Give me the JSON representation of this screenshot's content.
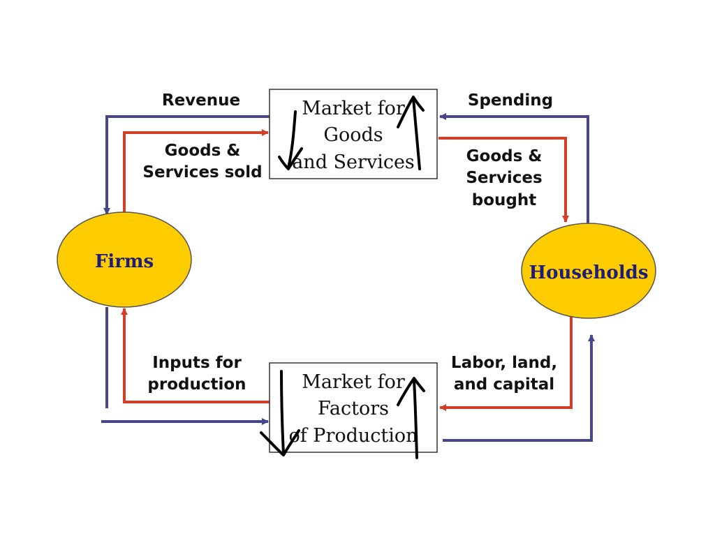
{
  "colors": {
    "money_flow": "#46468c",
    "goods_flow": "#d2402a",
    "node_fill": "#ffcc00",
    "node_text": "#1e1e78",
    "annotation": "#000000"
  },
  "nodes": {
    "firms": "Firms",
    "households": "Households"
  },
  "markets": {
    "goods": [
      "Market for",
      "Goods",
      "and Services"
    ],
    "factors": [
      "Market for",
      "Factors",
      "of Production"
    ]
  },
  "flow_labels": {
    "revenue": "Revenue",
    "spending": "Spending",
    "goods_sold": [
      "Goods &",
      "Services sold"
    ],
    "goods_bought": [
      "Goods &",
      "Services",
      "bought"
    ],
    "inputs": [
      "Inputs for",
      "production"
    ],
    "labor": [
      "Labor, land,",
      "and capital"
    ]
  },
  "annotations": {
    "goods_market_arrows": [
      "down-arrow",
      "up-arrow"
    ],
    "factors_market_arrows": [
      "down-arrow",
      "up-arrow"
    ]
  }
}
